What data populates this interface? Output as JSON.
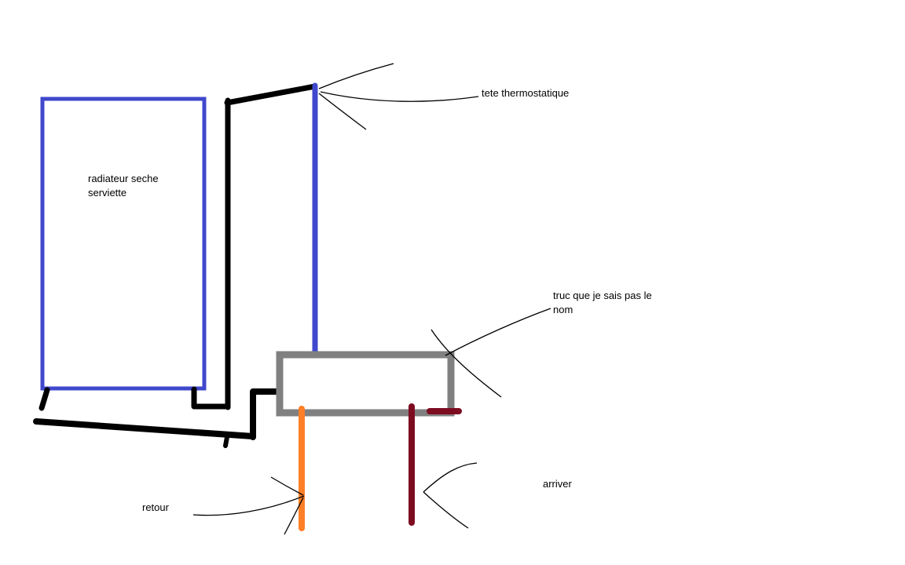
{
  "diagram": {
    "labels": {
      "radiator": "radiateur seche serviette",
      "thermostatic_head": "tete thermostatique",
      "unknown_part": "truc que je sais pas le nom",
      "inlet": "arriver",
      "return_pipe": "retour"
    },
    "colors": {
      "radiator_blue": "#3f48cc",
      "pipe_black": "#000000",
      "box_gray": "#808080",
      "inlet_dark_red": "#7d0c20",
      "return_orange": "#ff7f27",
      "background": "#ffffff",
      "text": "#000000"
    }
  }
}
